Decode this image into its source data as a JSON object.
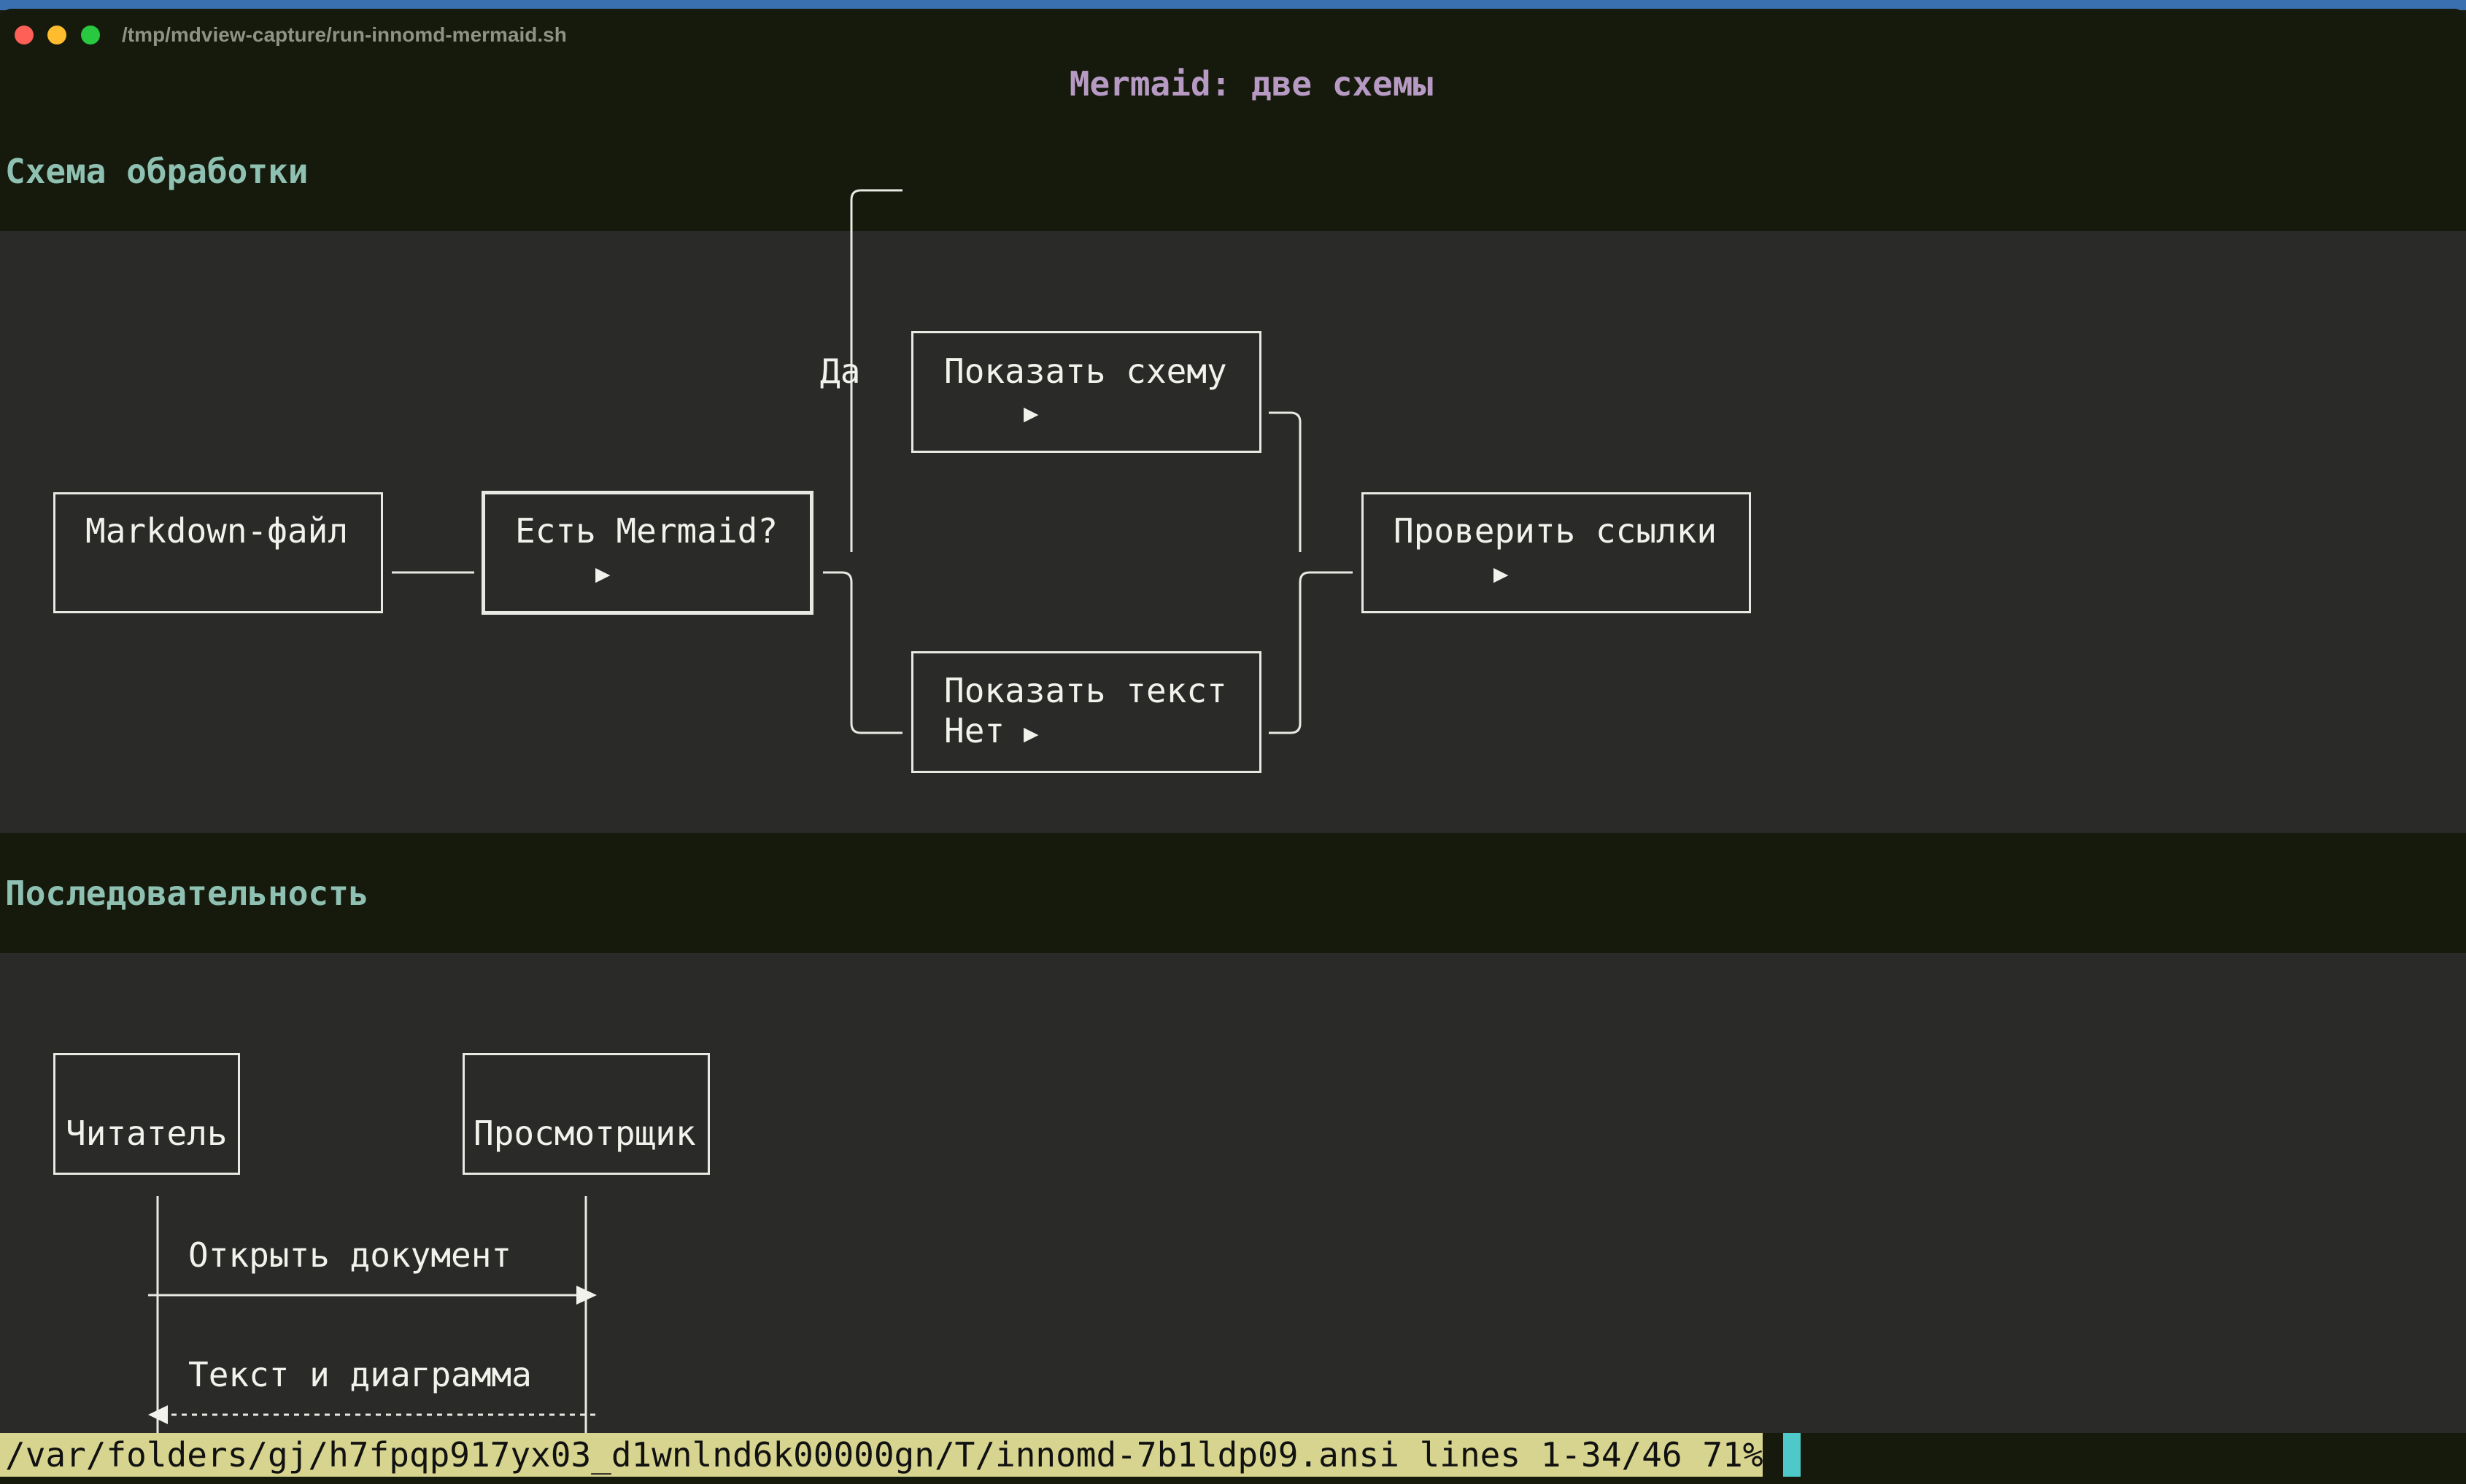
{
  "window": {
    "title": "/tmp/mdview-capture/run-innomd-mermaid.sh"
  },
  "document": {
    "title": "Mermaid: две схемы",
    "sections": [
      {
        "heading": "Схема обработки"
      },
      {
        "heading": "Последовательность"
      }
    ]
  },
  "flowchart": {
    "nodes": {
      "markdown": "Markdown-файл",
      "decision": "Есть Mermaid?",
      "show_diagram": "Показать схему",
      "show_text": "Показать текст",
      "check_links": "Проверить ссылки"
    },
    "edge_labels": {
      "yes": "Да",
      "no": "Нет"
    },
    "arrow_glyph": "▶"
  },
  "sequence": {
    "participants": {
      "reader": "Читатель",
      "viewer": "Просмотрщик"
    },
    "messages": [
      "Открыть документ",
      "Текст и диаграмма"
    ]
  },
  "status_bar": {
    "text": "/var/folders/gj/h7fpqp917yx03_d1wnlnd6k00000gn/T/innomd-7b1ldp09.ansi lines 1-34/46 71%"
  },
  "colors": {
    "background": "#151a0c",
    "panel": "#2a2a28",
    "title": "#b79ac4",
    "heading": "#8fc1b3",
    "status_bg": "#d6d48e",
    "cursor": "#4ec8c8"
  }
}
